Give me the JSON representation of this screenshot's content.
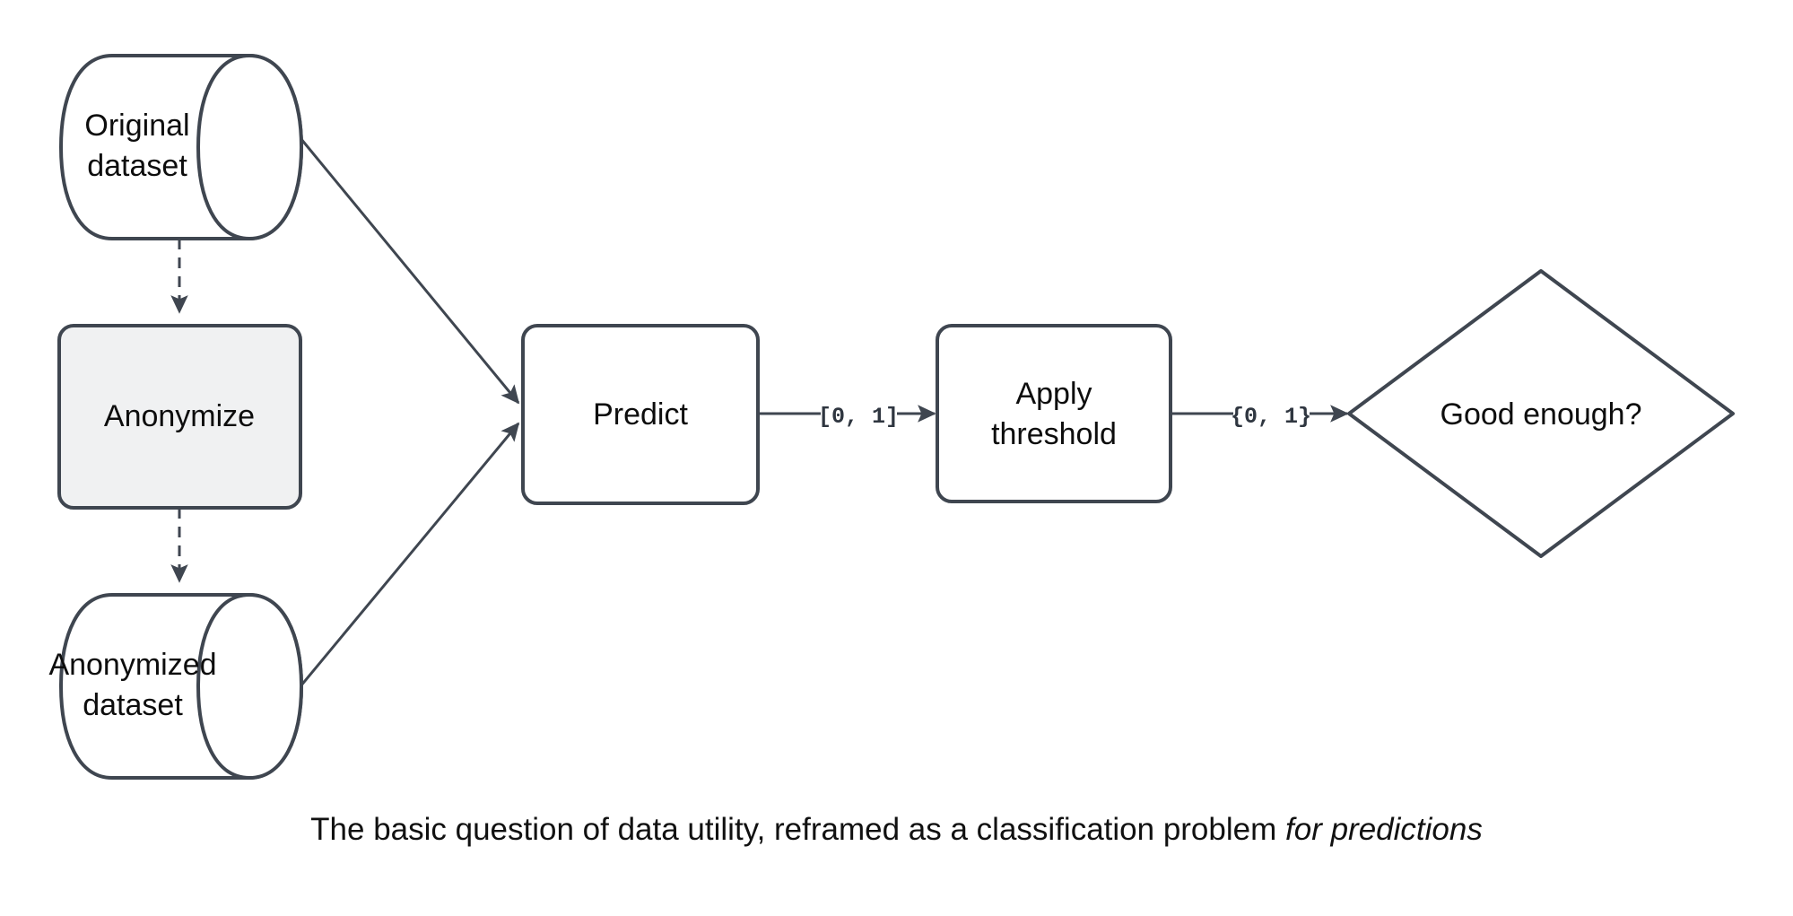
{
  "diagram": {
    "title": "The basic question of data utility, reframed as a classification problem for predictions",
    "background_color": "#ffffff",
    "stroke_color": "#3f4650",
    "fill_white": "#ffffff",
    "fill_gray": "#f0f1f2",
    "text_color": "#0d0d0d",
    "nodes": [
      {
        "id": "original-dataset",
        "shape": "cylinder",
        "label_line1": "Original",
        "label_line2": "dataset",
        "fill": "#ffffff"
      },
      {
        "id": "anonymize",
        "shape": "rounded-rect",
        "label": "Anonymize",
        "fill": "#f0f1f2"
      },
      {
        "id": "anonymized-dataset",
        "shape": "cylinder",
        "label_line1": "Anonymized",
        "label_line2": "dataset",
        "fill": "#ffffff"
      },
      {
        "id": "predict",
        "shape": "rounded-rect",
        "label": "Predict",
        "fill": "#ffffff"
      },
      {
        "id": "apply-threshold",
        "shape": "rounded-rect",
        "label_line1": "Apply",
        "label_line2": "threshold",
        "fill": "#ffffff"
      },
      {
        "id": "good-enough",
        "shape": "diamond",
        "label": "Good enough?",
        "fill": "#ffffff"
      }
    ],
    "edges": [
      {
        "id": "original-to-anonymize",
        "from": "original-dataset",
        "to": "anonymize",
        "style": "dashed",
        "label": ""
      },
      {
        "id": "anonymize-to-anonymized",
        "from": "anonymize",
        "to": "anonymized-dataset",
        "style": "dashed",
        "label": ""
      },
      {
        "id": "original-to-predict",
        "from": "original-dataset",
        "to": "predict",
        "style": "solid",
        "label": ""
      },
      {
        "id": "anonymized-to-predict",
        "from": "anonymized-dataset",
        "to": "predict",
        "style": "solid",
        "label": ""
      },
      {
        "id": "predict-to-threshold",
        "from": "predict",
        "to": "apply-threshold",
        "style": "solid",
        "label": "[0, 1]"
      },
      {
        "id": "threshold-to-good-enough",
        "from": "apply-threshold",
        "to": "good-enough",
        "style": "solid",
        "label": "{0, 1}"
      }
    ]
  },
  "caption": {
    "text_plain": "The basic question of data utility, reframed as a classification problem ",
    "text_italic": "for predictions"
  }
}
